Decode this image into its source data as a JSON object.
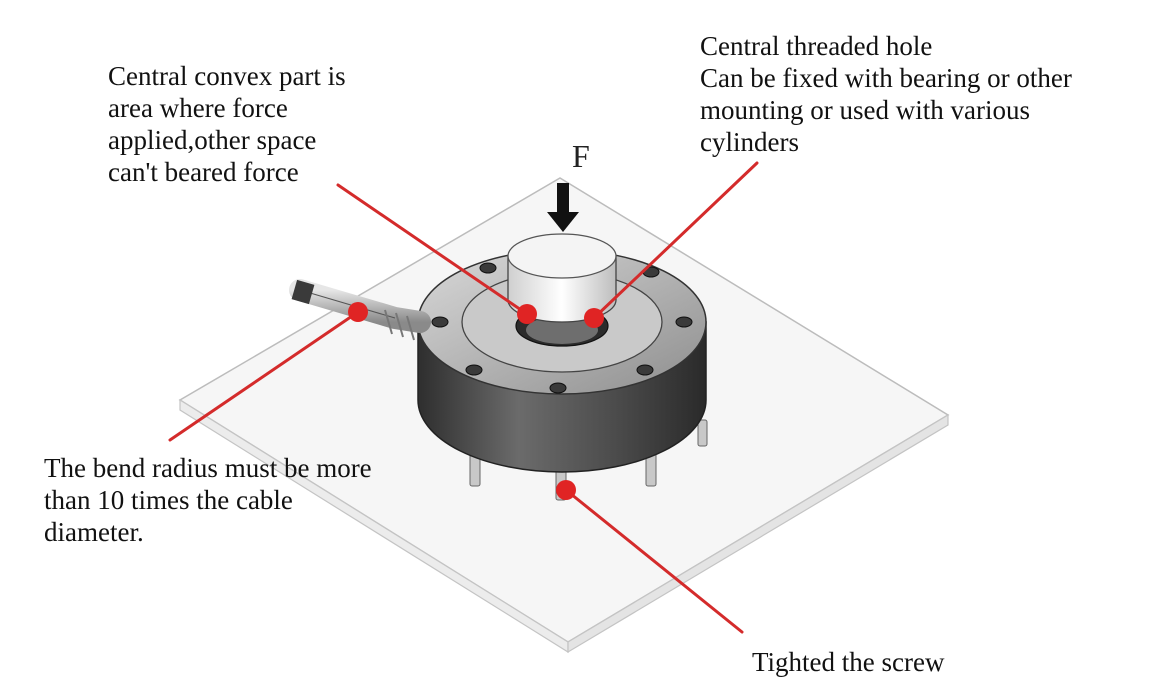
{
  "colors": {
    "callout_line": "#d42b2b",
    "callout_dot": "#e02424",
    "plate_edge": "#b9b9b9",
    "body_dark": "#3f3f3f",
    "body_light": "#9a9a9a"
  },
  "force_label": "F",
  "annotations": {
    "top_left": {
      "lines": [
        "Central convex part is",
        "area where force",
        "applied,other space",
        "can't beared force"
      ]
    },
    "top_right": {
      "lines": [
        "Central threaded hole",
        "Can be fixed with bearing or other",
        "mounting or used with various",
        "cylinders"
      ]
    },
    "bottom_left": {
      "lines": [
        "The bend radius must be more",
        "than 10 times the cable",
        "diameter."
      ]
    },
    "bottom_right": {
      "lines": [
        "Tighted the screw"
      ]
    }
  }
}
